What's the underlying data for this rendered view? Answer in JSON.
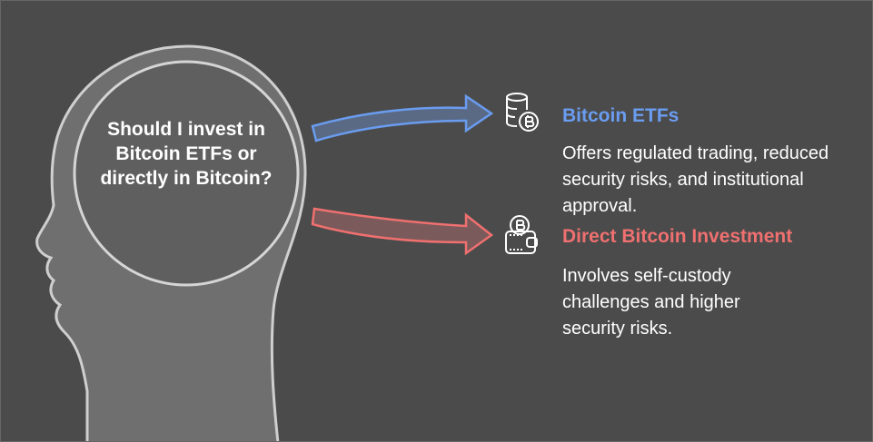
{
  "question": "Should I invest in Bitcoin ETFs or directly in Bitcoin?",
  "options": [
    {
      "title": "Bitcoin ETFs",
      "description": "Offers regulated trading, reduced security risks, and institutional approval.",
      "color": "#6a9cf0",
      "icon": "coin-stack-bitcoin-icon"
    },
    {
      "title": "Direct Bitcoin Investment",
      "description": "Involves self-custody challenges and higher security risks.",
      "color": "#f07070",
      "icon": "wallet-bitcoin-icon"
    }
  ]
}
